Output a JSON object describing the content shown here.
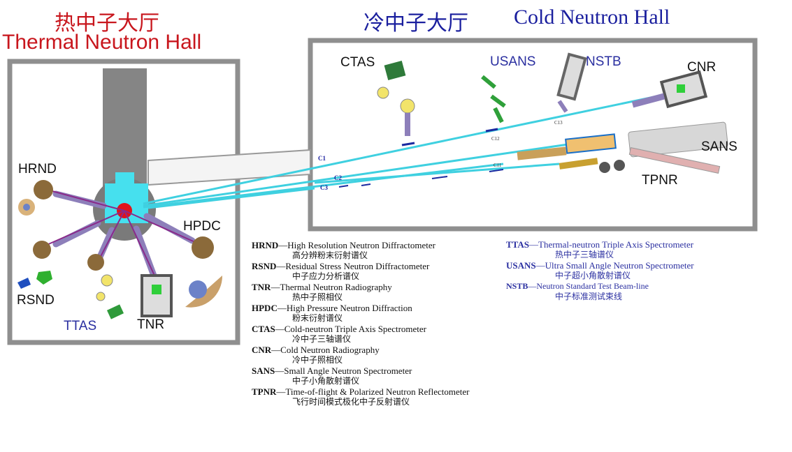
{
  "thermal_hall": {
    "title_cn": "热中子大厅",
    "title_en": "Thermal Neutron Hall"
  },
  "cold_hall": {
    "title_cn": "冷中子大厅",
    "title_en": "Cold Neutron Hall"
  },
  "instruments": {
    "hrnd": "HRND",
    "rsnd": "RSND",
    "ttas": "TTAS",
    "tnr": "TNR",
    "hpdc": "HPDC",
    "ctas": "CTAS",
    "usans": "USANS",
    "nstb": "NSTB",
    "cnr": "CNR",
    "sans": "SANS",
    "tpnr": "TPNR"
  },
  "beam_labels": {
    "c1": "C1",
    "c2": "C2",
    "c3": "C3",
    "c11": "C11",
    "c12": "C12",
    "c13": "C13"
  },
  "legend_left": [
    {
      "abbr": "HRND",
      "sep": "—",
      "en": "High Resolution Neutron Diffractometer",
      "cn": "高分辨粉末衍射谱仪"
    },
    {
      "abbr": "RSND",
      "sep": "—",
      "en": "Residual Stress Neutron Diffractometer",
      "cn": "中子应力分析谱仪"
    },
    {
      "abbr": "TNR",
      "sep": "—",
      "en": "Thermal Neutron Radiography",
      "cn": "热中子照相仪"
    },
    {
      "abbr": "HPDC",
      "sep": "—",
      "en": "High Pressure Neutron Diffraction",
      "cn": "粉末衍射谱仪"
    },
    {
      "abbr": "CTAS",
      "sep": "—",
      "en": "Cold-neutron Triple Axis Spectrometer",
      "cn": "冷中子三轴谱仪"
    },
    {
      "abbr": "CNR",
      "sep": "—",
      "en": "Cold  Neutron Radiography",
      "cn": "冷中子照相仪"
    },
    {
      "abbr": "SANS",
      "sep": "—",
      "en": "Small Angle Neutron Spectrometer",
      "cn": "中子小角散射谱仪"
    },
    {
      "abbr": "TPNR",
      "sep": "—",
      "en": "Time-of-flight & Polarized Neutron Reflectometer",
      "cn": "飞行时间模式极化中子反射谱仪"
    }
  ],
  "legend_right": [
    {
      "abbr": "TTAS",
      "sep": "—",
      "en": "Thermal-neutron Triple Axis Spectrometer",
      "cn": "热中子三轴谱仪"
    },
    {
      "abbr": "USANS",
      "sep": "—",
      "en": "Ultra  Small Angle Neutron Spectrometer",
      "cn": "中子超小角散射谱仪"
    },
    {
      "abbr": "NSTB",
      "sep": "—",
      "en": "Neutron Standard Test Beam-line",
      "cn": "中子标准测试束线"
    }
  ],
  "colors": {
    "wall": "#8a8a8a",
    "beam": "#3fd0e0",
    "core": "#e0131b",
    "thermal_title": "#c8161d",
    "cold_title": "#1a1f9e",
    "guide": "#9a8fc4"
  }
}
